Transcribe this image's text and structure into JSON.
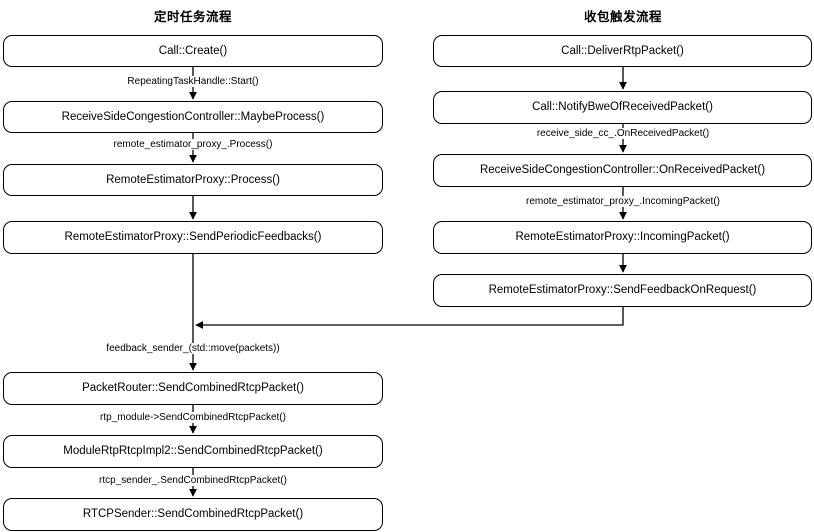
{
  "diagram": {
    "title_left": "定时任务流程",
    "title_right": "收包触发流程",
    "columns": [
      {
        "id": "timer-flow",
        "title": "定时任务流程",
        "nodes": [
          "Call::Create()",
          "ReceiveSideCongestionController::MaybeProcess()",
          "RemoteEstimatorProxy::Process()",
          "RemoteEstimatorProxy::SendPeriodicFeedbacks()"
        ],
        "edge_labels": [
          "RepeatingTaskHandle::Start()",
          "remote_estimator_proxy_.Process()",
          ""
        ]
      },
      {
        "id": "packet-flow",
        "title": "收包触发流程",
        "nodes": [
          "Call::DeliverRtpPacket()",
          "Call::NotifyBweOfReceivedPacket()",
          "ReceiveSideCongestionController::OnReceivedPacket()",
          "RemoteEstimatorProxy::IncomingPacket()",
          "RemoteEstimatorProxy::SendFeedbackOnRequest()"
        ],
        "edge_labels": [
          "",
          "receive_side_cc_.OnReceivedPacket()",
          "remote_estimator_proxy_.IncomingPacket()",
          ""
        ]
      }
    ],
    "merge_label": "feedback_sender_(std::move(packets))",
    "tail_nodes": [
      "PacketRouter::SendCombinedRtcpPacket()",
      "ModuleRtpRtcpImpl2::SendCombinedRtcpPacket()",
      "RTCPSender::SendCombinedRtcpPacket()"
    ],
    "tail_edge_labels": [
      "rtp_module->SendCombinedRtcpPacket()",
      "rtcp_sender_.SendCombinedRtcpPacket()"
    ],
    "colors": {
      "stroke": "#000000",
      "background": "#ffffff",
      "text": "#000000"
    }
  }
}
